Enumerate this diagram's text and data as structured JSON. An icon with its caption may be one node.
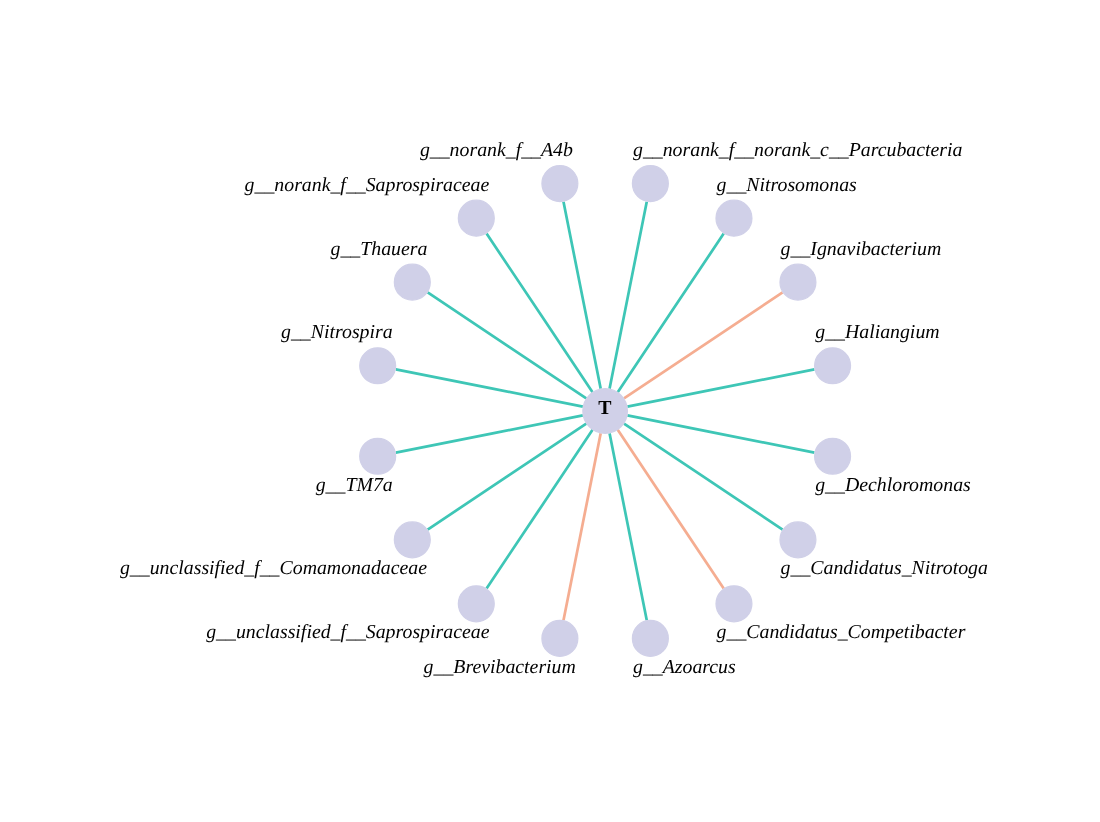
{
  "diagram": {
    "nodes": [
      {
        "text": [
          "T"
        ]
      },
      {
        "text": [
          "g__norank_f__norank_c__Parcubacteria"
        ]
      },
      {
        "text": [
          "g__norank_f__A4b"
        ]
      },
      {
        "text": [
          "g__Nitrosomonas"
        ]
      },
      {
        "text": [
          "g__norank_f__Saprospiraceae"
        ]
      },
      {
        "text": [
          "g__Ignavibacterium"
        ]
      },
      {
        "text": [
          "g__Thauera"
        ]
      },
      {
        "text": [
          "g__Haliangium"
        ]
      },
      {
        "text": [
          "g__Nitrospira"
        ]
      },
      {
        "text": [
          "g__Dechloromonas"
        ]
      },
      {
        "text": [
          "g__TM7a"
        ]
      },
      {
        "text": [
          "g__Candidatus_Nitrotoga"
        ]
      },
      {
        "text": [
          "g__unclassified_f__Comamonadaceae"
        ]
      },
      {
        "text": [
          "g__Candidatus_Competibacter"
        ]
      },
      {
        "text": [
          "g__unclassified_f__Saprospiraceae"
        ]
      },
      {
        "text": [
          "g__Azoarcus"
        ]
      },
      {
        "text": [
          "g__Brevibacterium"
        ]
      }
    ],
    "edges": [
      {
        "from": 0,
        "to": 1,
        "arrow": "none"
      },
      {
        "from": 0,
        "to": 2,
        "arrow": "none"
      },
      {
        "from": 0,
        "to": 3,
        "arrow": "none"
      },
      {
        "from": 0,
        "to": 4,
        "arrow": "none"
      },
      {
        "from": 0,
        "to": 5,
        "arrow": "none",
        "color": "#f5ad91"
      },
      {
        "from": 0,
        "to": 6,
        "arrow": "none"
      },
      {
        "from": 0,
        "to": 7,
        "arrow": "none"
      },
      {
        "from": 0,
        "to": 8,
        "arrow": "none"
      },
      {
        "from": 0,
        "to": 9,
        "arrow": "none"
      },
      {
        "from": 0,
        "to": 10,
        "arrow": "none"
      },
      {
        "from": 0,
        "to": 11,
        "arrow": "none"
      },
      {
        "from": 0,
        "to": 12,
        "arrow": "none"
      },
      {
        "from": 0,
        "to": 13,
        "arrow": "none",
        "color": "#f5ad91"
      },
      {
        "from": 0,
        "to": 14,
        "arrow": "none"
      },
      {
        "from": 0,
        "to": 15,
        "arrow": "none"
      },
      {
        "from": 0,
        "to": 16,
        "arrow": "none",
        "color": "#f5ad91"
      }
    ]
  }
}
